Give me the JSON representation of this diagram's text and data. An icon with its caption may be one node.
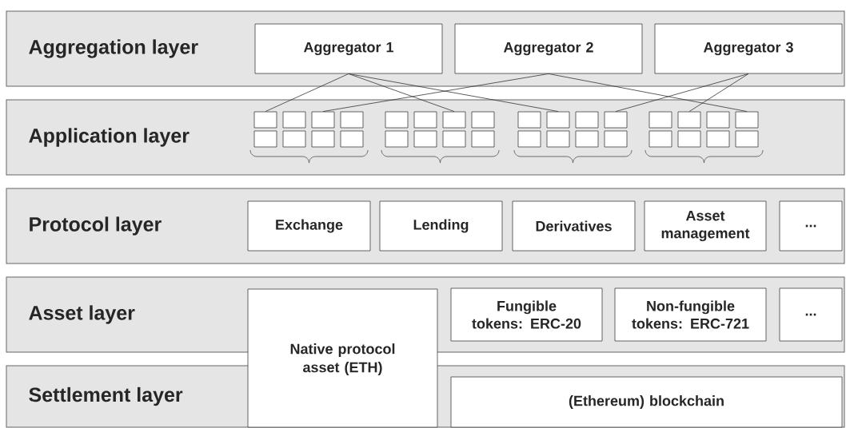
{
  "diagram": {
    "nodes": [
      {
        "text": [
          "Aggregation layer"
        ]
      },
      {
        "text": [
          "Aggregator 1"
        ],
        "in": 0
      },
      {
        "text": [
          "Aggregator 2"
        ],
        "in": 0
      },
      {
        "text": [
          "Aggregator 3"
        ],
        "in": 0
      },
      {
        "text": [
          "Application layer"
        ]
      },
      {
        "text": [],
        "shape": "box",
        "in": 4
      },
      {
        "text": [],
        "shape": "box",
        "in": 4
      },
      {
        "text": [],
        "shape": "box",
        "in": 4
      },
      {
        "text": [],
        "shape": "box",
        "in": 4
      },
      {
        "text": [],
        "shape": "box",
        "in": 4
      },
      {
        "text": [],
        "shape": "box",
        "in": 4
      },
      {
        "text": [],
        "shape": "box",
        "in": 4
      },
      {
        "text": [],
        "shape": "box",
        "in": 4
      },
      {
        "text": [],
        "shape": "box",
        "in": 4
      },
      {
        "text": [],
        "shape": "box",
        "in": 4
      },
      {
        "text": [],
        "shape": "box",
        "in": 4
      },
      {
        "text": [],
        "shape": "box",
        "in": 4
      },
      {
        "text": [],
        "shape": "box",
        "in": 4
      },
      {
        "text": [],
        "shape": "box",
        "in": 4
      },
      {
        "text": [],
        "shape": "box",
        "in": 4
      },
      {
        "text": [],
        "shape": "box",
        "in": 4
      },
      {
        "text": [],
        "shape": "box",
        "in": 4
      },
      {
        "text": [],
        "shape": "box",
        "in": 4
      },
      {
        "text": [],
        "shape": "box",
        "in": 4
      },
      {
        "text": [],
        "shape": "box",
        "in": 4
      },
      {
        "text": [],
        "shape": "box",
        "in": 4
      },
      {
        "text": [],
        "shape": "box",
        "in": 4
      },
      {
        "text": [],
        "shape": "box",
        "in": 4
      },
      {
        "text": [],
        "shape": "box",
        "in": 4
      },
      {
        "text": [],
        "shape": "box",
        "in": 4
      },
      {
        "text": [],
        "shape": "box",
        "in": 4
      },
      {
        "text": [],
        "shape": "box",
        "in": 4
      },
      {
        "text": [],
        "shape": "box",
        "in": 4
      },
      {
        "text": [],
        "shape": "box",
        "in": 4
      },
      {
        "text": [],
        "shape": "box",
        "in": 4
      },
      {
        "text": [],
        "shape": "box",
        "in": 4
      },
      {
        "text": [],
        "shape": "box",
        "in": 4
      },
      {
        "text": [
          "Protocol layer"
        ]
      },
      {
        "text": [
          "Exchange"
        ],
        "in": 37
      },
      {
        "text": [
          "Lending"
        ],
        "in": 37
      },
      {
        "text": [
          "Derivatives"
        ],
        "in": 37
      },
      {
        "text": [
          "Asset management"
        ],
        "in": 37
      },
      {
        "text": [
          "..."
        ],
        "in": 37
      },
      {
        "text": [
          "Asset layer"
        ]
      },
      {
        "text": [
          "Native protocol asset (ETH)"
        ]
      },
      {
        "text": [
          "Fungible tokens: ERC-20"
        ],
        "in": 43
      },
      {
        "text": [
          "Non-fungible tokens: ERC-721"
        ],
        "in": 43
      },
      {
        "text": [
          "..."
        ],
        "in": 43
      },
      {
        "text": [
          "Settlement layer"
        ]
      },
      {
        "text": [
          "(Ethereum) blockchain"
        ],
        "in": 48
      }
    ],
    "edges": [
      {
        "from": 1,
        "to": 5,
        "arrow": "none"
      },
      {
        "from": 1,
        "to": 11,
        "arrow": "none"
      },
      {
        "from": 1,
        "to": 14,
        "arrow": "none"
      },
      {
        "from": 2,
        "to": 7,
        "arrow": "none"
      },
      {
        "from": 2,
        "to": 20,
        "arrow": "none"
      },
      {
        "from": 3,
        "to": 16,
        "arrow": "none"
      },
      {
        "from": 3,
        "to": 18,
        "arrow": "none"
      }
    ]
  }
}
